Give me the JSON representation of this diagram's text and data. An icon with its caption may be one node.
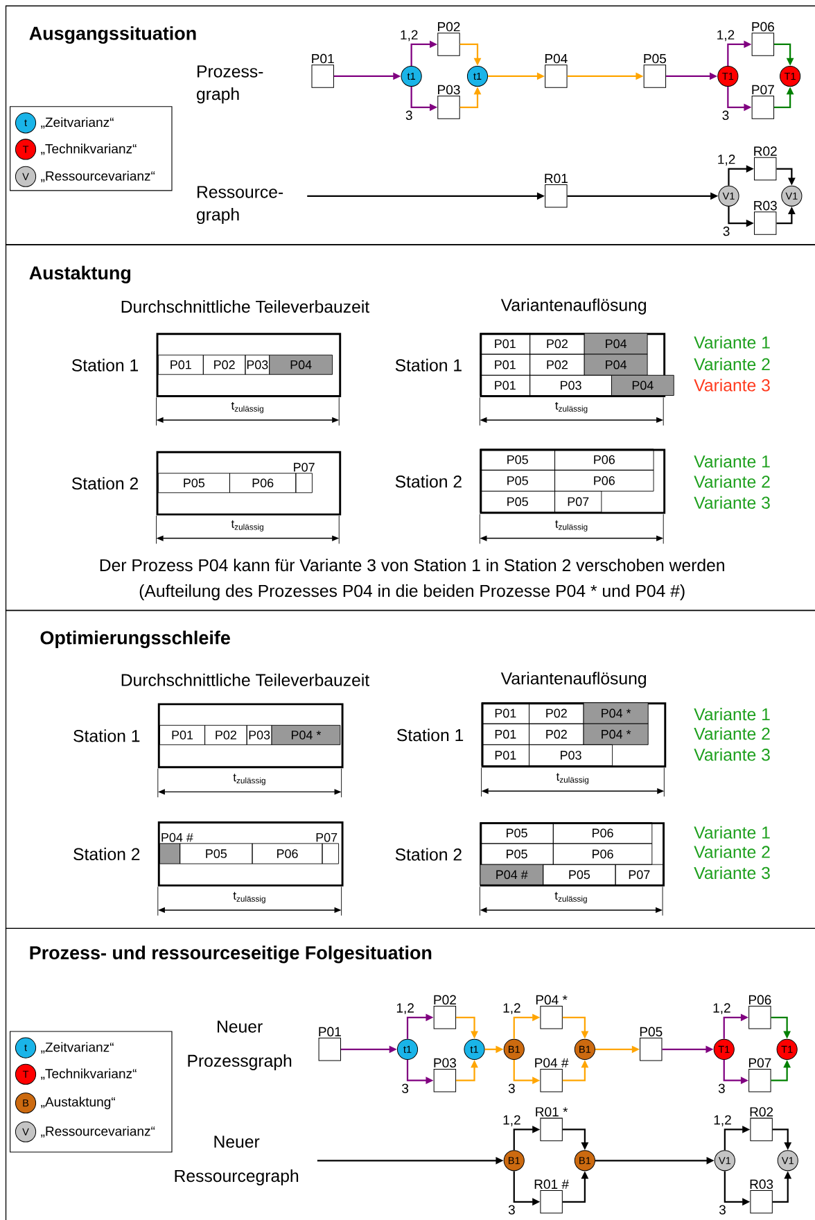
{
  "diagram": {
    "nodes": [
      {
        "text": [
          "Ausgangssituation"
        ]
      },
      {
        "text": [
          "P01"
        ],
        "in": 0
      },
      {
        "text": [
          "t1"
        ],
        "in": 0
      },
      {
        "text": [
          "P02"
        ],
        "in": 0
      },
      {
        "text": [
          "P03"
        ],
        "in": 0
      },
      {
        "text": [
          "t1"
        ],
        "in": 0
      },
      {
        "text": [
          "P04"
        ],
        "in": 0
      },
      {
        "text": [
          "P05"
        ],
        "in": 0
      },
      {
        "text": [
          "T1"
        ],
        "in": 0
      },
      {
        "text": [
          "P06"
        ],
        "in": 0
      },
      {
        "text": [
          "P07"
        ],
        "in": 0
      },
      {
        "text": [
          "T1"
        ],
        "in": 0
      },
      {
        "text": [
          "R01"
        ],
        "in": 0
      },
      {
        "text": [
          "V1"
        ],
        "in": 0
      },
      {
        "text": [
          "R02"
        ],
        "in": 0
      },
      {
        "text": [
          "R03"
        ],
        "in": 0
      },
      {
        "text": [
          "V1"
        ],
        "in": 0
      },
      {
        "text": [
          "Austaktung",
          "Der Prozess P04 kann für Variante 3 von Station 1 in Station 2 verschoben werden (Aufteilung des Prozesses P04 in die beiden Prozesse P04 * und P04 #)"
        ]
      },
      {
        "text": [
          "Station 1"
        ],
        "beside": [
          "t$_{zulässig}$"
        ],
        "in": 17
      },
      {
        "text": [
          "P01"
        ],
        "in": 18
      },
      {
        "text": [
          "P02"
        ],
        "in": 18
      },
      {
        "text": [
          "P03"
        ],
        "in": 18
      },
      {
        "text": [
          "P04"
        ],
        "in": 18
      },
      {
        "text": [
          "Station 2"
        ],
        "beside": [
          "t$_{zulässig}$"
        ],
        "in": 17
      },
      {
        "text": [
          "P05"
        ],
        "in": 23
      },
      {
        "text": [
          "P06"
        ],
        "in": 23
      },
      {
        "text": [
          "P07"
        ],
        "in": 23
      },
      {
        "text": [
          "Station 1"
        ],
        "beside": [
          "t$_{zulässig}$"
        ],
        "in": 17
      },
      {
        "text": [
          "P01"
        ],
        "in": 27
      },
      {
        "text": [
          "P02"
        ],
        "in": 27
      },
      {
        "text": [
          "P04"
        ],
        "in": 27
      },
      {
        "text": [
          "P01"
        ],
        "in": 27
      },
      {
        "text": [
          "P02"
        ],
        "in": 27
      },
      {
        "text": [
          "P04"
        ],
        "in": 27
      },
      {
        "text": [
          "P01"
        ],
        "in": 27
      },
      {
        "text": [
          "P03"
        ],
        "in": 27
      },
      {
        "text": [
          "P04"
        ],
        "in": 17
      },
      {
        "text": [
          "Station 2"
        ],
        "beside": [
          "t$_{zulässig}$"
        ],
        "in": 17
      },
      {
        "text": [
          "P05"
        ],
        "in": 37
      },
      {
        "text": [
          "P06"
        ],
        "in": 37
      },
      {
        "text": [
          "P05"
        ],
        "in": 37
      },
      {
        "text": [
          "P06"
        ],
        "in": 37
      },
      {
        "text": [
          "P05"
        ],
        "in": 37
      },
      {
        "text": [
          "P07"
        ],
        "in": 37
      },
      {
        "text": [
          "Optimierungsschleife"
        ]
      },
      {
        "text": [
          "Station 1"
        ],
        "beside": [
          "t$_{zulässig}$"
        ],
        "in": 44
      },
      {
        "text": [
          "P01"
        ],
        "in": 45
      },
      {
        "text": [
          "P02"
        ],
        "in": 45
      },
      {
        "text": [
          "P03"
        ],
        "in": 45
      },
      {
        "text": [
          "P04 *"
        ],
        "in": 45
      },
      {
        "text": [
          "Station 2"
        ],
        "beside": [
          "t$_{zulässig}$"
        ],
        "in": 44
      },
      {
        "text": [
          "P04 #"
        ],
        "in": 50
      },
      {
        "text": [
          "P05"
        ],
        "in": 50
      },
      {
        "text": [
          "P06"
        ],
        "in": 50
      },
      {
        "text": [
          "P07"
        ],
        "in": 50
      },
      {
        "text": [
          "Station 1"
        ],
        "beside": [
          "t$_{zulässig}$"
        ],
        "in": 44
      },
      {
        "text": [
          "P01"
        ],
        "in": 55
      },
      {
        "text": [
          "P02"
        ],
        "in": 55
      },
      {
        "text": [
          "P04 *"
        ],
        "in": 55
      },
      {
        "text": [
          "P01"
        ],
        "in": 55
      },
      {
        "text": [
          "P02"
        ],
        "in": 55
      },
      {
        "text": [
          "P04 *"
        ],
        "in": 55
      },
      {
        "text": [
          "P01"
        ],
        "in": 55
      },
      {
        "text": [
          "P03"
        ],
        "in": 55
      },
      {
        "text": [
          "Station 2"
        ],
        "beside": [
          "t$_{zulässig}$"
        ],
        "in": 44
      },
      {
        "text": [
          "P05"
        ],
        "in": 64
      },
      {
        "text": [
          "P06"
        ],
        "in": 64
      },
      {
        "text": [
          "P05"
        ],
        "in": 64
      },
      {
        "text": [
          "P06"
        ],
        "in": 64
      },
      {
        "text": [
          "P04 #"
        ],
        "in": 64
      },
      {
        "text": [
          "P05"
        ],
        "in": 64
      },
      {
        "text": [
          "P07"
        ],
        "in": 64
      },
      {
        "text": [
          "Prozess- und ressourceseitige Folgesituation"
        ]
      },
      {
        "text": [
          "P01"
        ],
        "in": 72
      },
      {
        "text": [
          "t1"
        ],
        "in": 72
      },
      {
        "text": [
          "P02"
        ],
        "in": 72
      },
      {
        "text": [
          "P03"
        ],
        "in": 72
      },
      {
        "text": [
          "t1"
        ],
        "in": 72
      },
      {
        "text": [
          "B1"
        ],
        "in": 72
      },
      {
        "text": [
          "P04 *"
        ],
        "in": 72
      },
      {
        "text": [
          "P04 #"
        ],
        "in": 72
      },
      {
        "text": [
          "B1"
        ],
        "in": 72
      },
      {
        "text": [
          "P05"
        ],
        "in": 72
      },
      {
        "text": [
          "T1"
        ],
        "in": 72
      },
      {
        "text": [
          "P06"
        ],
        "in": 72
      },
      {
        "text": [
          "P07"
        ],
        "in": 72
      },
      {
        "text": [
          "T1"
        ],
        "in": 72
      },
      {
        "text": [
          "B1"
        ],
        "in": 72
      },
      {
        "text": [
          "R01 *"
        ],
        "in": 72
      },
      {
        "text": [
          "R01 #"
        ],
        "in": 72
      },
      {
        "text": [
          "B1"
        ],
        "in": 72
      },
      {
        "text": [
          "V1"
        ],
        "in": 72
      },
      {
        "text": [
          "R02"
        ],
        "in": 72
      },
      {
        "text": [
          "R03"
        ],
        "in": 72
      },
      {
        "text": [
          "V1"
        ],
        "in": 72
      }
    ],
    "edges": [
      {
        "from": 1,
        "to": 2,
        "arrow": "to",
        "color": "#800080"
      },
      {
        "from": 2,
        "to": 3,
        "arrow": "to",
        "label": "1,2",
        "color": "#800080"
      },
      {
        "from": 2,
        "to": 4,
        "arrow": "to",
        "label": "3",
        "color": "#800080"
      },
      {
        "from": 3,
        "to": 5,
        "arrow": "to",
        "color": "#ffa500"
      },
      {
        "from": 4,
        "to": 5,
        "arrow": "to",
        "color": "#ffa500"
      },
      {
        "from": 5,
        "to": 6,
        "arrow": "to",
        "color": "#ffa500"
      },
      {
        "from": 6,
        "to": 7,
        "arrow": "to",
        "color": "#ffa500"
      },
      {
        "from": 7,
        "to": 8,
        "arrow": "to",
        "color": "#800080"
      },
      {
        "from": 8,
        "to": 9,
        "arrow": "to",
        "label": "1,2",
        "color": "#800080"
      },
      {
        "from": 8,
        "to": 10,
        "arrow": "to",
        "label": "3",
        "color": "#800080"
      },
      {
        "from": 9,
        "to": 11,
        "arrow": "to",
        "color": "#008000"
      },
      {
        "from": 10,
        "to": 11,
        "arrow": "to",
        "color": "#008000"
      },
      {
        "from": null,
        "to": 12,
        "arrow": "to"
      },
      {
        "from": 12,
        "to": 13,
        "arrow": "to"
      },
      {
        "from": 13,
        "to": 14,
        "arrow": "to",
        "label": "1,2"
      },
      {
        "from": 13,
        "to": 15,
        "arrow": "to",
        "label": "3"
      },
      {
        "from": 14,
        "to": 16,
        "arrow": "to"
      },
      {
        "from": 15,
        "to": 16,
        "arrow": "to"
      },
      {
        "from": 73,
        "to": 74,
        "arrow": "to",
        "color": "#800080"
      },
      {
        "from": 74,
        "to": 75,
        "arrow": "to",
        "label": "1,2",
        "color": "#800080"
      },
      {
        "from": 74,
        "to": 76,
        "arrow": "to",
        "label": "3",
        "color": "#800080"
      },
      {
        "from": 75,
        "to": 77,
        "arrow": "to",
        "color": "#ffa500"
      },
      {
        "from": 76,
        "to": 77,
        "arrow": "to",
        "color": "#ffa500"
      },
      {
        "from": 77,
        "to": 78,
        "arrow": "to",
        "color": "#ffa500"
      },
      {
        "from": 78,
        "to": 79,
        "arrow": "to",
        "label": "1,2",
        "color": "#ffa500"
      },
      {
        "from": 78,
        "to": 80,
        "arrow": "to",
        "label": "3",
        "color": "#ffa500"
      },
      {
        "from": 79,
        "to": 81,
        "arrow": "to",
        "color": "#ffa500"
      },
      {
        "from": 80,
        "to": 81,
        "arrow": "to",
        "color": "#ffa500"
      },
      {
        "from": 81,
        "to": 82,
        "arrow": "to",
        "color": "#ffa500"
      },
      {
        "from": 82,
        "to": 83,
        "arrow": "to",
        "color": "#800080"
      },
      {
        "from": 83,
        "to": 84,
        "arrow": "to",
        "label": "1,2",
        "color": "#800080"
      },
      {
        "from": 83,
        "to": 85,
        "arrow": "to",
        "label": "3",
        "color": "#800080"
      },
      {
        "from": 84,
        "to": 86,
        "arrow": "to",
        "color": "#008000"
      },
      {
        "from": 85,
        "to": 86,
        "arrow": "to",
        "color": "#008000"
      },
      {
        "from": null,
        "to": 87,
        "arrow": "to"
      },
      {
        "from": 87,
        "to": 88,
        "arrow": "to",
        "label": "1,2"
      },
      {
        "from": 87,
        "to": 89,
        "arrow": "to",
        "label": "3"
      },
      {
        "from": 88,
        "to": 90,
        "arrow": "to"
      },
      {
        "from": 89,
        "to": 90,
        "arrow": "to"
      },
      {
        "from": 90,
        "to": 91,
        "arrow": "to"
      },
      {
        "from": 91,
        "to": 92,
        "arrow": "to",
        "label": "1,2"
      },
      {
        "from": 91,
        "to": 93,
        "arrow": "to",
        "label": "3"
      },
      {
        "from": 92,
        "to": 94,
        "arrow": "to"
      },
      {
        "from": 93,
        "to": 94,
        "arrow": "to"
      }
    ],
    "labels": [
      "Prozess- graph",
      "t",
      "T",
      "V",
      "Ressource- graph",
      "Durchschnittliche Teileverbauzeit",
      "Variantenauflösung",
      "Variante 1",
      "Variante 2",
      "Variante 3",
      "Variante 1",
      "Variante 2",
      "Variante 3",
      "Durchschnittliche Teileverbauzeit",
      "Variantenauflösung",
      "Variante 1",
      "Variante 2",
      "Variante 3",
      "Variante 1",
      "Variante 2",
      "Variante 3",
      "Neuer Prozessgraph",
      "t",
      "T",
      "B",
      "V",
      "Neuer Ressourcegraph"
    ],
    "legend": [
      {
        "text": "„Zeitvarianz“",
        "color": "#1ab4e8"
      },
      {
        "text": "„Technikvarianz“",
        "color": "#ff0000"
      },
      {
        "text": "„Ressourcevarianz“",
        "color": "#c4c4c4"
      },
      {
        "text": "„Zeitvarianz“",
        "color": "#1ab4e8"
      },
      {
        "text": "„Technikvarianz“",
        "color": "#ff0000"
      },
      {
        "text": "„Austaktung“",
        "color": "#cc6a10"
      },
      {
        "text": "„Ressourcevarianz“",
        "color": "#c4c4c4"
      }
    ]
  }
}
